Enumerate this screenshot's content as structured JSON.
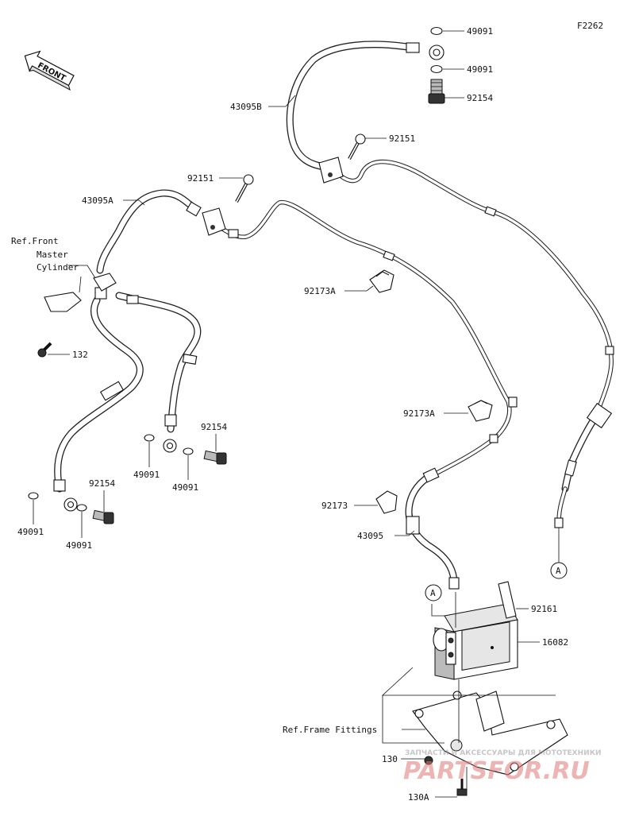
{
  "figure_code": "F2262",
  "front_arrow_label": "FRONT",
  "part_labels": {
    "p49091_top": "49091",
    "p49091_top2": "49091",
    "p92154_top": "92154",
    "p43095B": "43095B",
    "p92151_right": "92151",
    "p92151_left": "92151",
    "p43095A": "43095A",
    "p92173A_upper": "92173A",
    "p92173A_lower": "92173A",
    "p92173": "92173",
    "p43095": "43095",
    "p92161": "92161",
    "p16082": "16082",
    "p130": "130",
    "p130A": "130A",
    "p132": "132",
    "p92154_mid": "92154",
    "p49091_mid1": "49091",
    "p49091_mid2": "49091",
    "p92154_low": "92154",
    "p49091_low1": "49091",
    "p49091_low2": "49091"
  },
  "refs": {
    "master_cylinder": [
      "Ref.Front",
      "Master",
      "Cylinder"
    ],
    "frame_fittings": "Ref.Frame Fittings"
  },
  "callout_A_top": "A",
  "callout_A_bottom": "A",
  "watermark": {
    "caption": "ЗАПЧАСТИ И АКСЕССУАРЫ ДЛЯ МОТОТЕХНИКИ",
    "brand": "PARTSFOR.RU"
  }
}
